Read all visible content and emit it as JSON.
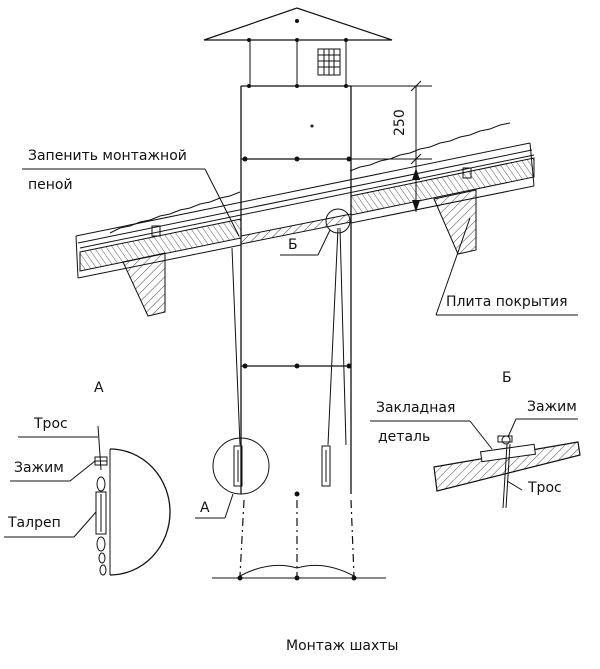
{
  "labels": {
    "foam": "Запенить монтажной",
    "foam_2": "пеной",
    "dim_250": "250",
    "callout_b": "Б",
    "plate": "Плита покрытия",
    "detail_a_title": "А",
    "callout_a": "А",
    "cable_a": "Трос",
    "clamp_a": "Зажим",
    "turnbuckle_a": "Талреп",
    "detail_b_title": "Б",
    "embedded": "Закладная",
    "embedded_2": "деталь",
    "clamp_b": "Зажим",
    "cable_b": "Трос"
  },
  "caption": "Монтаж шахты"
}
